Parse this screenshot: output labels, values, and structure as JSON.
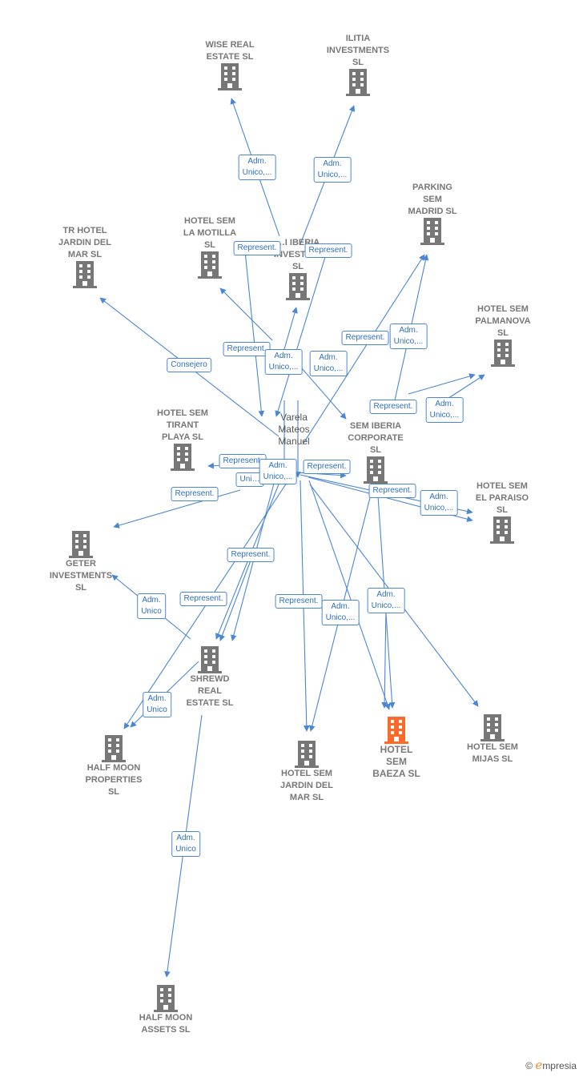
{
  "colors": {
    "edge": "#4a86d6",
    "node": "#777777",
    "highlight": "#ff6a2b"
  },
  "person": {
    "name": "Varela\nMateos\nManuel"
  },
  "nodes": {
    "wise": {
      "label": "WISE REAL\nESTATE SL",
      "icon": "building-icon"
    },
    "ilitia": {
      "label": "ILITIA\nINVESTMENTS\nSL",
      "icon": "building-icon"
    },
    "parking": {
      "label": "PARKING\nSEM\nMADRID SL",
      "icon": "building-icon"
    },
    "trhotel": {
      "label": "TR HOTEL\nJARDIN DEL\nMAR SL",
      "icon": "building-icon"
    },
    "motilla": {
      "label": "HOTEL SEM\nLA MOTILLA\nSL",
      "icon": "building-icon"
    },
    "iberia": {
      "label": "…I IBERIA\nINVESTM…\nSL",
      "icon": "building-icon"
    },
    "palmanova": {
      "label": "HOTEL SEM\nPALMANOVA\nSL",
      "icon": "building-icon"
    },
    "tirant": {
      "label": "HOTEL SEM\nTIRANT\nPLAYA SL",
      "icon": "building-icon"
    },
    "corporate": {
      "label": "SEM IBERIA\nCORPORATE\nSL",
      "icon": "building-icon"
    },
    "paraiso": {
      "label": "HOTEL SEM\nEL PARAISO\nSL",
      "icon": "building-icon"
    },
    "geter": {
      "label": "GETER\nINVESTMENTS\nSL",
      "icon": "building-icon"
    },
    "shrewd": {
      "label": "SHREWD\nREAL\nESTATE SL",
      "icon": "building-icon"
    },
    "halfmoonprop": {
      "label": "HALF MOON\nPROPERTIES\nSL",
      "icon": "building-icon"
    },
    "jardin": {
      "label": "HOTEL SEM\nJARDIN DEL\nMAR SL",
      "icon": "building-icon"
    },
    "baeza": {
      "label": "HOTEL\nSEM\nBAEZA SL",
      "icon": "building-icon"
    },
    "mijas": {
      "label": "HOTEL SEM\nMIJAS SL",
      "icon": "building-icon"
    },
    "halfmoonassets": {
      "label": "HALF MOON\nASSETS SL",
      "icon": "building-icon"
    }
  },
  "edge_labels": [
    "Adm.\nUnico,...",
    "Adm.\nUnico,...",
    "Represent.",
    "Represent.",
    "Consejero",
    "Represent.",
    "Adm.\nUnico,...",
    "Adm.\nUnico,...",
    "Represent.",
    "Adm.\nUnico,...",
    "Represent.",
    "Adm.\nUnico,...",
    "Represent.",
    "Uni…",
    "Adm.\nUnico,...",
    "Represent.",
    "Represent.",
    "Adm.\nUnico,...",
    "Represent.",
    "Adm.\nUnico",
    "Represent.",
    "Adm.\nUnico",
    "Represent.",
    "Represent.",
    "Adm.\nUnico,...",
    "Adm.\nUnico,...",
    "Adm.\nUnico"
  ],
  "brand": {
    "symbol": "©",
    "e": "e",
    "rest": "mpresia"
  }
}
